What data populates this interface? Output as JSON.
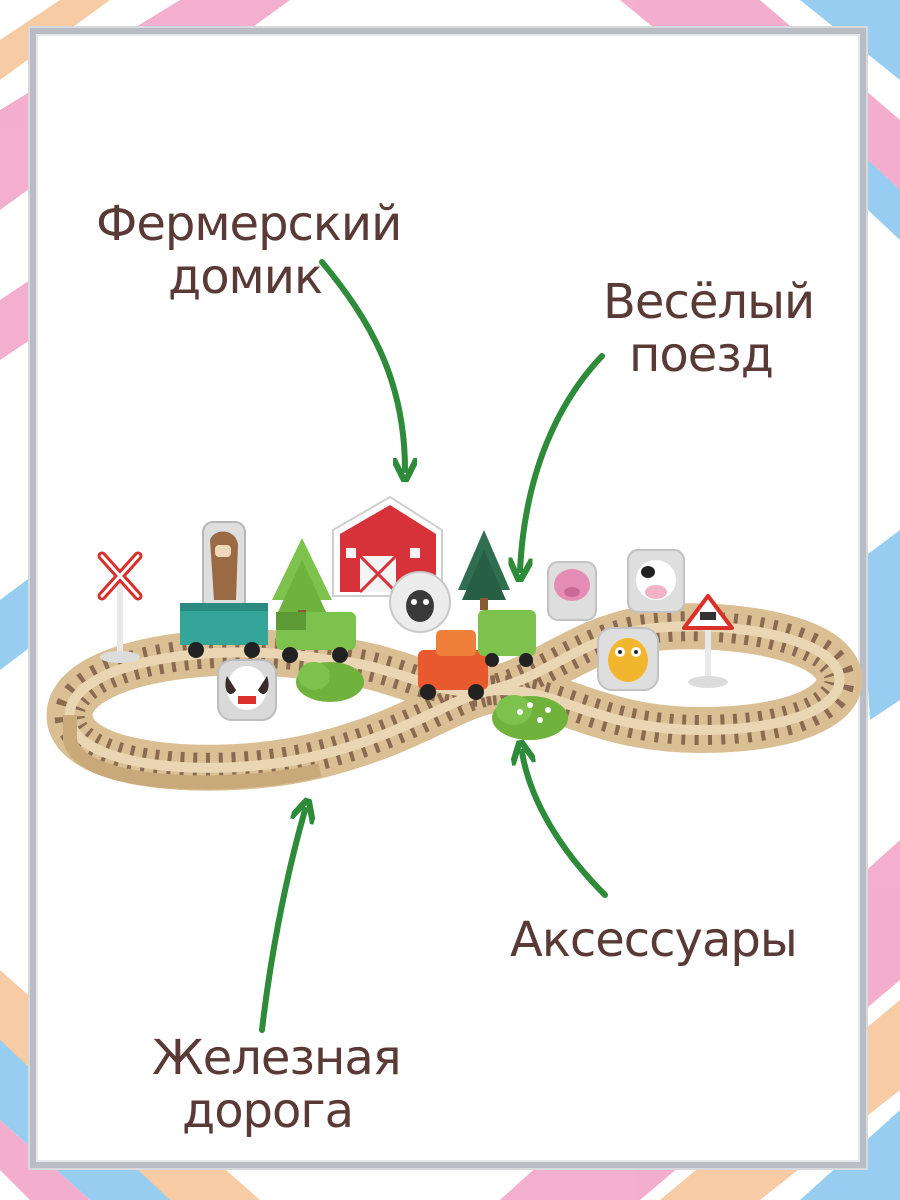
{
  "labels": {
    "farmhouse": [
      "Фермерский",
      "домик"
    ],
    "train": [
      "Весёлый",
      "поезд"
    ],
    "accessories": "Аксессуары",
    "railway": [
      "Железная",
      "дорога"
    ]
  },
  "colors": {
    "text": "#5a3a36",
    "arrow": "#2e8b3a",
    "track": "#e2c9a0",
    "sleepers": "#8a6a50",
    "frame": "#b9bcc2",
    "stripe_pink": "#f2a6c8",
    "stripe_blue": "#8cc8f0",
    "stripe_peach": "#f7c69a"
  },
  "icons": [
    "green-arrow-icon",
    "barn-icon",
    "train-icon",
    "sheep-icon",
    "cow-icon",
    "pig-icon",
    "horse-icon",
    "owl-icon",
    "penguin-icon",
    "tree-icon",
    "bush-icon",
    "crossing-sign-icon",
    "railroad-sign-icon"
  ]
}
